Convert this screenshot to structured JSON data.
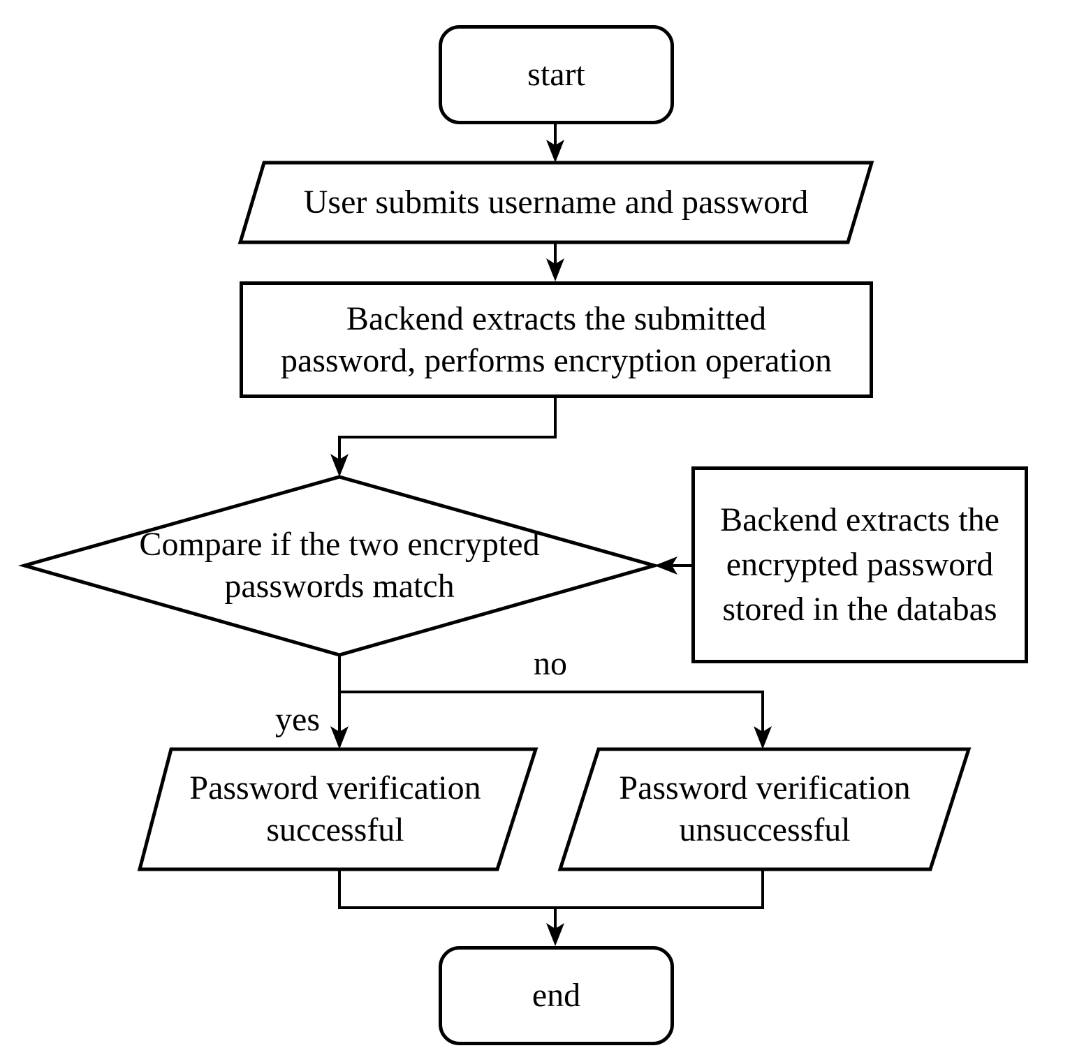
{
  "flowchart": {
    "nodes": {
      "start": {
        "type": "terminator",
        "label": "start"
      },
      "submit_credentials": {
        "type": "io",
        "label": "User submits username and password"
      },
      "backend_encrypt": {
        "type": "process",
        "lines": [
          "Backend extracts the submitted",
          "password, performs encryption operation"
        ]
      },
      "compare_decision": {
        "type": "decision",
        "lines": [
          "Compare if the two encrypted",
          "passwords match"
        ]
      },
      "db_extract": {
        "type": "process",
        "lines": [
          "Backend extracts the",
          "encrypted password",
          "stored in the databas"
        ]
      },
      "verify_success": {
        "type": "io",
        "lines": [
          "Password verification",
          "successful"
        ]
      },
      "verify_failure": {
        "type": "io",
        "lines": [
          "Password verification",
          "unsuccessful"
        ]
      },
      "end": {
        "type": "terminator",
        "label": "end"
      }
    },
    "edge_labels": {
      "yes": "yes",
      "no": "no"
    },
    "colors": {
      "line": "#000000",
      "fill": "#ffffff",
      "text": "#000000"
    }
  }
}
